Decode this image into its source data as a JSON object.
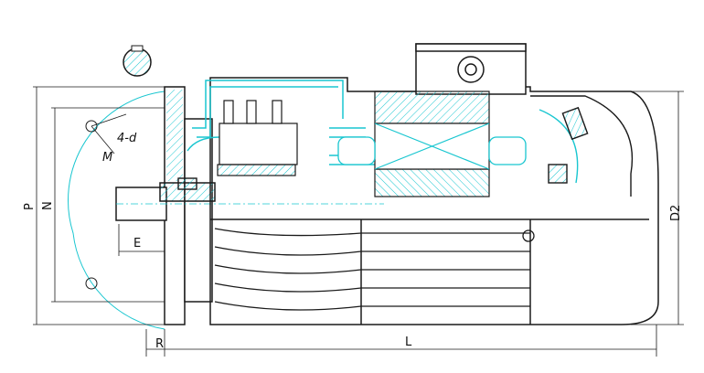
{
  "labels": {
    "P": "P",
    "N": "N",
    "hole": "4-d",
    "M": "M",
    "E": "E",
    "R": "R",
    "L": "L",
    "D2": "D2"
  },
  "colors": {
    "line": "#1a1a1a",
    "cyan": "#19c6d0",
    "hatch": "#19c6d0"
  }
}
